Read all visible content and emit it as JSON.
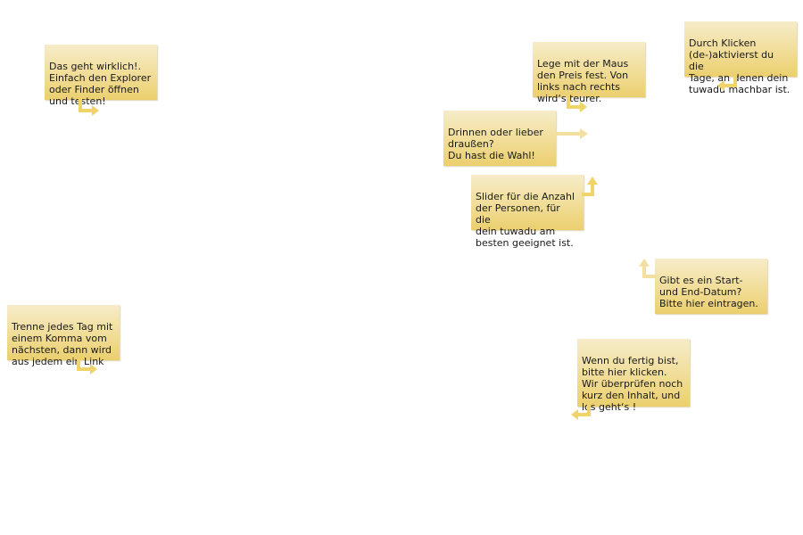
{
  "tooltips": {
    "explorer": "Das geht wirklich!.\nEinfach den Explorer\noder Finder öffnen\nund testen!",
    "tags": "Trenne jedes Tag mit\neinem Komma vom\nnächsten, dann wird\naus jedem ein Link",
    "price": "Lege mit der Maus\nden Preis fest. Von\nlinks nach rechts\nwird‘s teurer.",
    "days": "Durch Klicken\n(de-)aktivierst du die\nTage, an denen dein\ntuwadu machbar ist.",
    "location": "Drinnen oder lieber\ndraußen?\nDu hast die Wahl!",
    "persons": "Slider für die Anzahl\nder Personen, für die\ndein tuwadu am\nbesten geeignet ist.",
    "dates": "Gibt es ein Start-\nund End-Datum?\nBitte hier eintragen.",
    "submit": "Wenn du fertig bist,\nbitte hier klicken.\nWir überprüfen noch\nkurz den Inhalt, und\nlos geht‘s !"
  },
  "colors": {
    "tooltip_top": "#f6ecc9",
    "tooltip_bottom": "#ebcf6e",
    "arrow": "#f0d46a"
  }
}
